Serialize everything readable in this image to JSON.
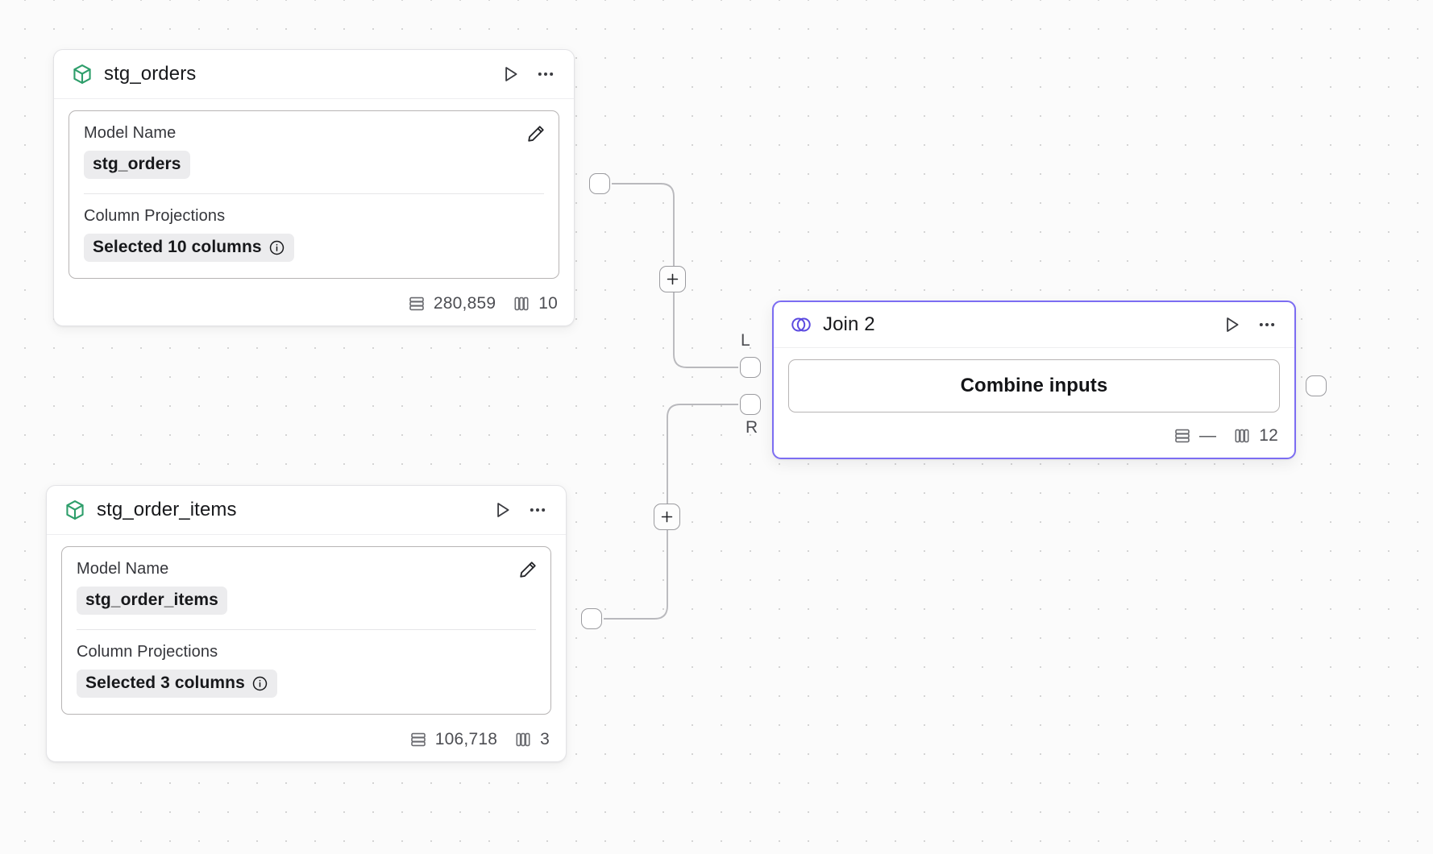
{
  "canvas": {
    "background": "#fbfbfb",
    "grid_dot_color": "#d4d4d4",
    "edge_color": "#b9b9bd"
  },
  "nodes": [
    {
      "id": "stg_orders",
      "type": "model",
      "title": "stg_orders",
      "icon": "cube-icon",
      "icon_color": "#2e9e6b",
      "run_label": "Run",
      "menu_label": "More options",
      "fields": [
        {
          "label": "Model Name",
          "value": "stg_orders"
        },
        {
          "label": "Column Projections",
          "value": "Selected 10 columns",
          "info": "i"
        }
      ],
      "edit_label": "Edit",
      "footer": {
        "rows_icon": "rows-icon",
        "rows": "280,859",
        "columns_icon": "columns-icon",
        "columns": "10"
      }
    },
    {
      "id": "stg_order_items",
      "type": "model",
      "title": "stg_order_items",
      "icon": "cube-icon",
      "icon_color": "#2e9e6b",
      "run_label": "Run",
      "menu_label": "More options",
      "fields": [
        {
          "label": "Model Name",
          "value": "stg_order_items"
        },
        {
          "label": "Column Projections",
          "value": "Selected 3 columns",
          "info": "i"
        }
      ],
      "edit_label": "Edit",
      "footer": {
        "rows_icon": "rows-icon",
        "rows": "106,718",
        "columns_icon": "columns-icon",
        "columns": "3"
      }
    },
    {
      "id": "join_2",
      "type": "join",
      "title": "Join 2",
      "icon": "venn-join-icon",
      "icon_color": "#5b4ae0",
      "selected": true,
      "selection_color": "#7c6df2",
      "run_label": "Run",
      "menu_label": "More options",
      "action_button": "Combine inputs",
      "footer": {
        "rows_icon": "rows-icon",
        "rows": "—",
        "columns_icon": "columns-icon",
        "columns": "12"
      }
    }
  ],
  "ports": {
    "stg_orders_out": "output",
    "stg_order_items_out": "output",
    "join_left_in": "L",
    "join_right_in": "R",
    "join_out": "output"
  },
  "edge_buttons": {
    "top": "+",
    "bottom": "+"
  }
}
